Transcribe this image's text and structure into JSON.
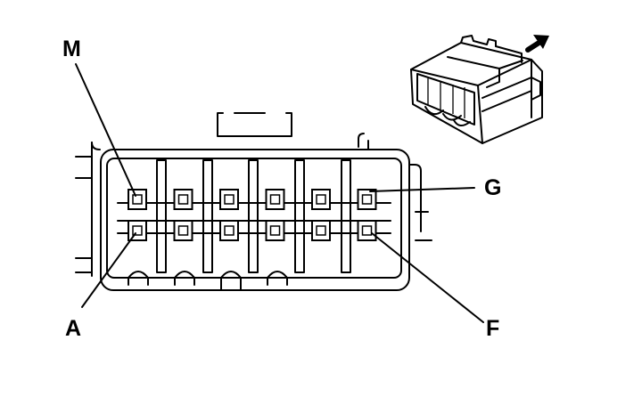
{
  "diagram": {
    "labels": {
      "m": "M",
      "g": "G",
      "a": "A",
      "f": "F"
    },
    "line_color": "#000000",
    "background": "#ffffff",
    "terminal_columns": 6,
    "terminal_rows": 2,
    "icons": {
      "direction": "arrow-icon",
      "connector": "connector-3d-icon"
    }
  }
}
